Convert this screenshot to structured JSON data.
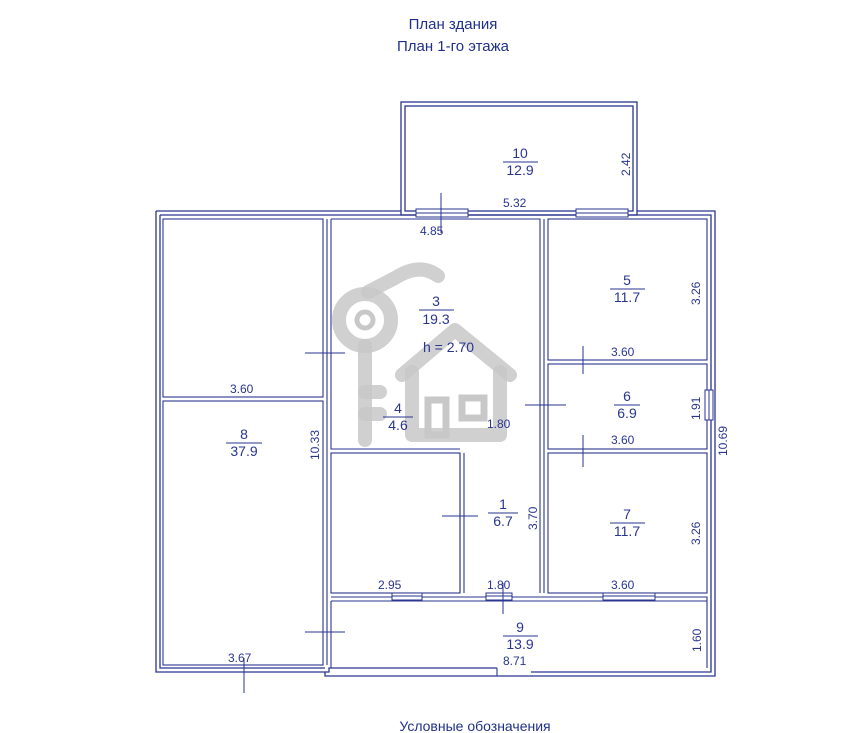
{
  "header": {
    "title": "План здания",
    "subtitle": "План 1-го этажа"
  },
  "footer": {
    "legend_title": "Условные обозначения"
  },
  "ceiling_height": "h = 2.70",
  "rooms": [
    {
      "id": "room-10",
      "number": "10",
      "area": "12.9"
    },
    {
      "id": "room-3",
      "number": "3",
      "area": "19.3"
    },
    {
      "id": "room-5",
      "number": "5",
      "area": "11.7"
    },
    {
      "id": "room-6",
      "number": "6",
      "area": "6.9"
    },
    {
      "id": "room-4",
      "number": "4",
      "area": "4.6"
    },
    {
      "id": "room-8",
      "number": "8",
      "area": "37.9"
    },
    {
      "id": "room-1",
      "number": "1",
      "area": "6.7"
    },
    {
      "id": "room-7",
      "number": "7",
      "area": "11.7"
    },
    {
      "id": "room-9",
      "number": "9",
      "area": "13.9"
    }
  ],
  "dimensions": {
    "d_2_42": "2.42",
    "d_5_32": "5.32",
    "d_4_85": "4.85",
    "d_3_26_top": "3.26",
    "d_3_60_room5": "3.60",
    "d_3_60_left": "3.60",
    "d_1_91": "1.91",
    "d_3_60_room6": "3.60",
    "d_10_69": "10.69",
    "d_10_33": "10.33",
    "d_1_80_mid": "1.80",
    "d_3_70": "3.70",
    "d_3_26_bottom": "3.26",
    "d_2_95": "2.95",
    "d_1_80_bottom": "1.80",
    "d_3_60_room7": "3.60",
    "d_1_60": "1.60",
    "d_3_67": "3.67",
    "d_8_71": "8.71"
  },
  "colors": {
    "line": "#2a3590",
    "watermark": "#c8c8c8"
  },
  "watermark_icon": "key-house-icon"
}
